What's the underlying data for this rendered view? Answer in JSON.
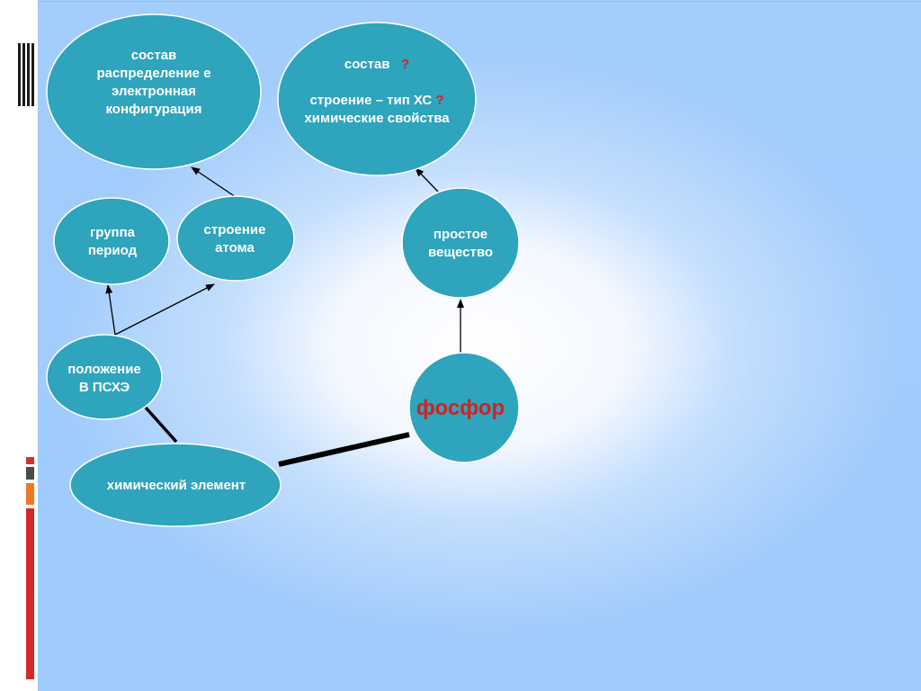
{
  "nodes": {
    "composition_distribution": {
      "line1": "состав",
      "line2": "распределение е",
      "line3": "электронная",
      "line4": "конфигурация"
    },
    "composition_structure": {
      "line1_text": "состав",
      "line1_q": "?",
      "line2_text": "строение –  тип ХС",
      "line2_q": "?",
      "line3": "химические свойства"
    },
    "group_period": {
      "line1": "группа",
      "line2": "период"
    },
    "atom_structure": {
      "line1": "строение",
      "line2": "атома"
    },
    "simple_substance": {
      "line1": "простое",
      "line2": "вещество"
    },
    "position": {
      "line1": "положение",
      "line2": "В ПСХЭ"
    },
    "phosphorus": {
      "label": "фосфор"
    },
    "chemical_element": {
      "label": "химический элемент"
    }
  },
  "colors": {
    "node_fill": "#2ea4bd",
    "node_stroke": "#ffffff",
    "accent_red": "#d42020",
    "background_blue": "#a3cdfb"
  }
}
